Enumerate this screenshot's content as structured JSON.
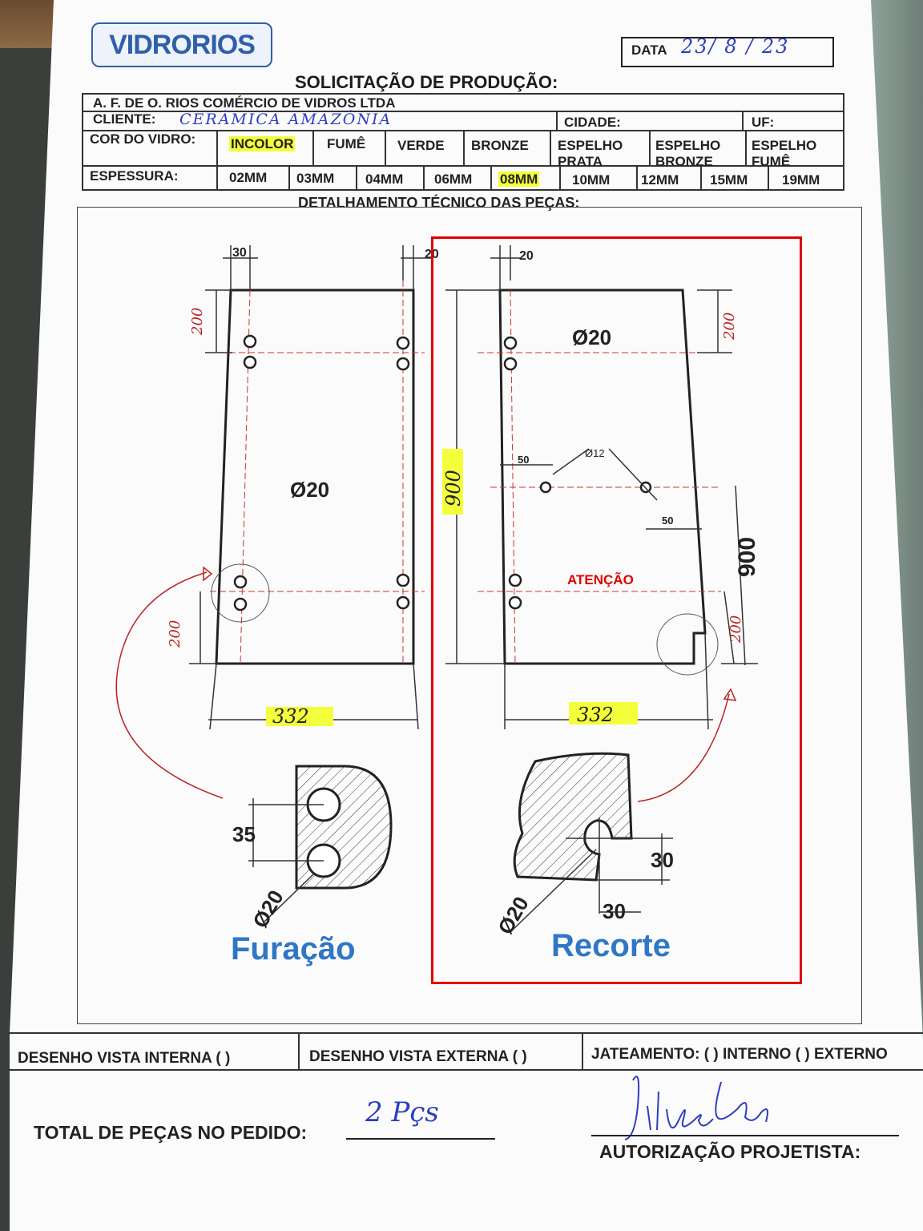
{
  "header": {
    "logo": "VIDRORIOS",
    "date_label": "DATA",
    "date_value": "23/ 8 / 23",
    "title": "SOLICITAÇÃO DE PRODUÇÃO:"
  },
  "company": "A. F. DE O. RIOS COMÉRCIO DE VIDROS LTDA",
  "client_label": "CLIENTE:",
  "client_value": "CERÂMICA AMAZÔNIA",
  "city_label": "CIDADE:",
  "uf_label": "UF:",
  "glass_color": {
    "label": "COR DO VIDRO:",
    "options": [
      "INCOLOR",
      "FUMÊ",
      "VERDE",
      "BRONZE",
      "ESPELHO PRATA",
      "ESPELHO BRONZE",
      "ESPELHO FUMÊ"
    ],
    "selected": "INCOLOR"
  },
  "thickness": {
    "label": "ESPESSURA:",
    "options": [
      "02MM",
      "03MM",
      "04MM",
      "06MM",
      "08MM",
      "10MM",
      "12MM",
      "15MM",
      "19MM"
    ],
    "selected": "08MM"
  },
  "section_title": "DETALHAMENTO TÉCNICO DAS PEÇAS:",
  "drawing": {
    "left_piece": {
      "top_dim": "30",
      "right_dim": "20",
      "top_hole_dim": "200",
      "bottom_hole_dim": "200",
      "diameter": "Ø20",
      "width": "332"
    },
    "right_piece": {
      "top_dim": "20",
      "height": "900",
      "top_hole_dim": "200",
      "diameter": "Ø20",
      "side_hole_dim": "50",
      "side_hole_dim2": "50",
      "small_diameter": "Ø12",
      "height_side": "900",
      "bottom_dim": "200",
      "width": "332"
    },
    "detail_drilling": {
      "spacing": "35",
      "diameter": "Ø20",
      "caption": "Furação"
    },
    "detail_cutout": {
      "dim_v": "30",
      "dim_h": "30",
      "diameter": "Ø20",
      "caption": "Recorte"
    },
    "attention": "ATENÇÃO"
  },
  "footer": {
    "internal_view": "DESENHO VISTA INTERNA (  )",
    "external_view": "DESENHO VISTA EXTERNA (  )",
    "sandblasting": "JATEAMENTO: (  ) INTERNO (  ) EXTERNO",
    "total_label": "TOTAL DE PEÇAS NO PEDIDO:",
    "total_value": "2 Pçs",
    "authorization_label": "AUTORIZAÇÃO PROJETISTA:"
  },
  "colors": {
    "highlight": "#f2ff3a",
    "ink": "#2b3ec0",
    "brand": "#2f5fa8",
    "caption": "#2f77c6",
    "alert": "#e00000"
  }
}
